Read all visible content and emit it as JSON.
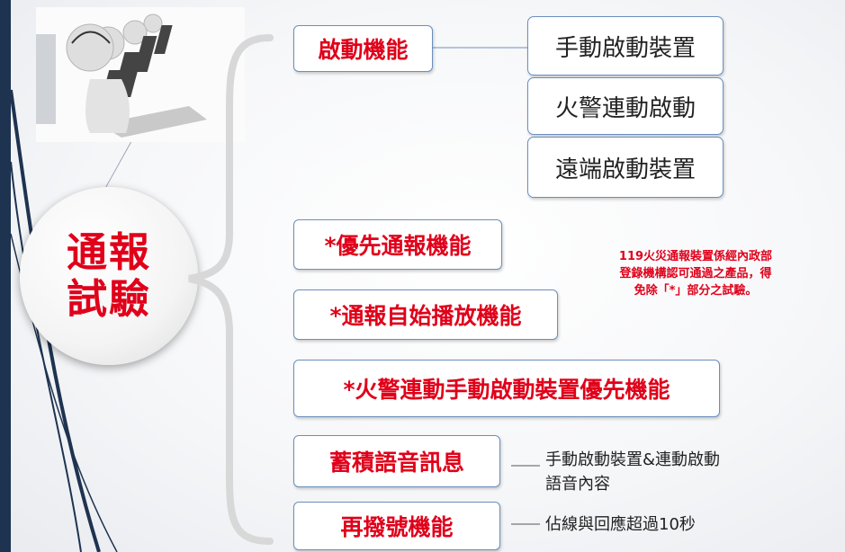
{
  "center": {
    "line1": "通報",
    "line2": "試驗"
  },
  "features": [
    {
      "label": "啟動機能"
    },
    {
      "label": "*優先通報機能"
    },
    {
      "label": "*通報自始播放機能"
    },
    {
      "label": "*火警連動手動啟動裝置優先機能"
    },
    {
      "label": "蓄積語音訊息"
    },
    {
      "label": "再撥號機能"
    }
  ],
  "start_methods": [
    "手動啟動裝置",
    "火警連動啟動",
    "遠端啟動裝置"
  ],
  "note": {
    "line1": "119火災通報裝置係經內政部",
    "line2": "登錄機構認可通過之產品，得",
    "line3": "免除「*」部分之試驗。"
  },
  "voice_message_desc": {
    "line1": "手動啟動裝置&連動啟動",
    "line2": "語音內容"
  },
  "redial_desc": "佔線與回應超過10秒",
  "colors": {
    "accent": "#e0001a",
    "border": "#6b8fbd",
    "sidebar": "#1e3350"
  }
}
